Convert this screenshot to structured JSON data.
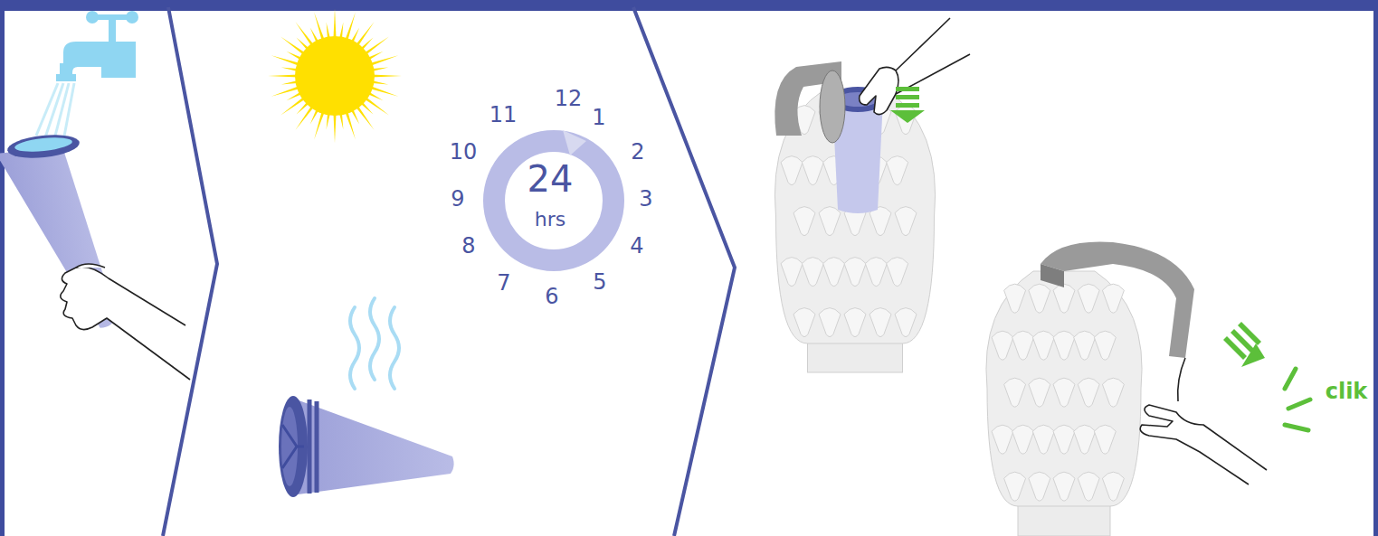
{
  "diagram": {
    "labels": [
      "11",
      "12",
      "1",
      "10",
      "2",
      "9",
      "3",
      "8",
      "4",
      "7",
      "5",
      "6",
      "24",
      "hrs",
      "clik"
    ]
  }
}
